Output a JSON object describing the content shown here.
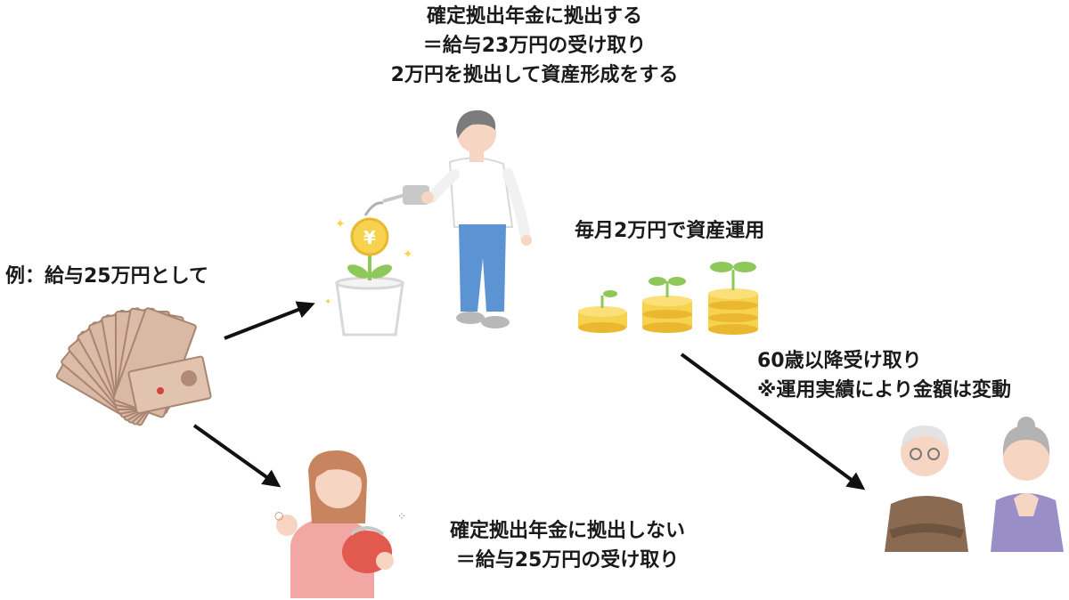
{
  "texts": {
    "contribute_line1": "確定拠出年金に拠出する",
    "contribute_line2": "＝給与23万円の受け取り",
    "contribute_line3": "2万円を拠出して資産形成をする",
    "example": "例：給与25万円として",
    "monthly": "毎月2万円で資産運用",
    "payout_line1": "60歳以降受け取り",
    "payout_line2": "※運用実績により金額は変動",
    "no_contribute_line1": "確定拠出年金に拠出しない",
    "no_contribute_line2": "＝給与25万円の受け取り"
  },
  "icons": {
    "yen_symbol": "¥"
  },
  "colors": {
    "coin": "#f6d24d",
    "leaf": "#8fc85a",
    "banknote": "#d9b8a4",
    "arrow": "#111111",
    "shirt_pink": "#f3a7a4",
    "purse_red": "#e25a4f",
    "jeans": "#5b93d3",
    "grandpa_sweater": "#8a6b52",
    "grandma_sweater": "#9a8ec7"
  }
}
